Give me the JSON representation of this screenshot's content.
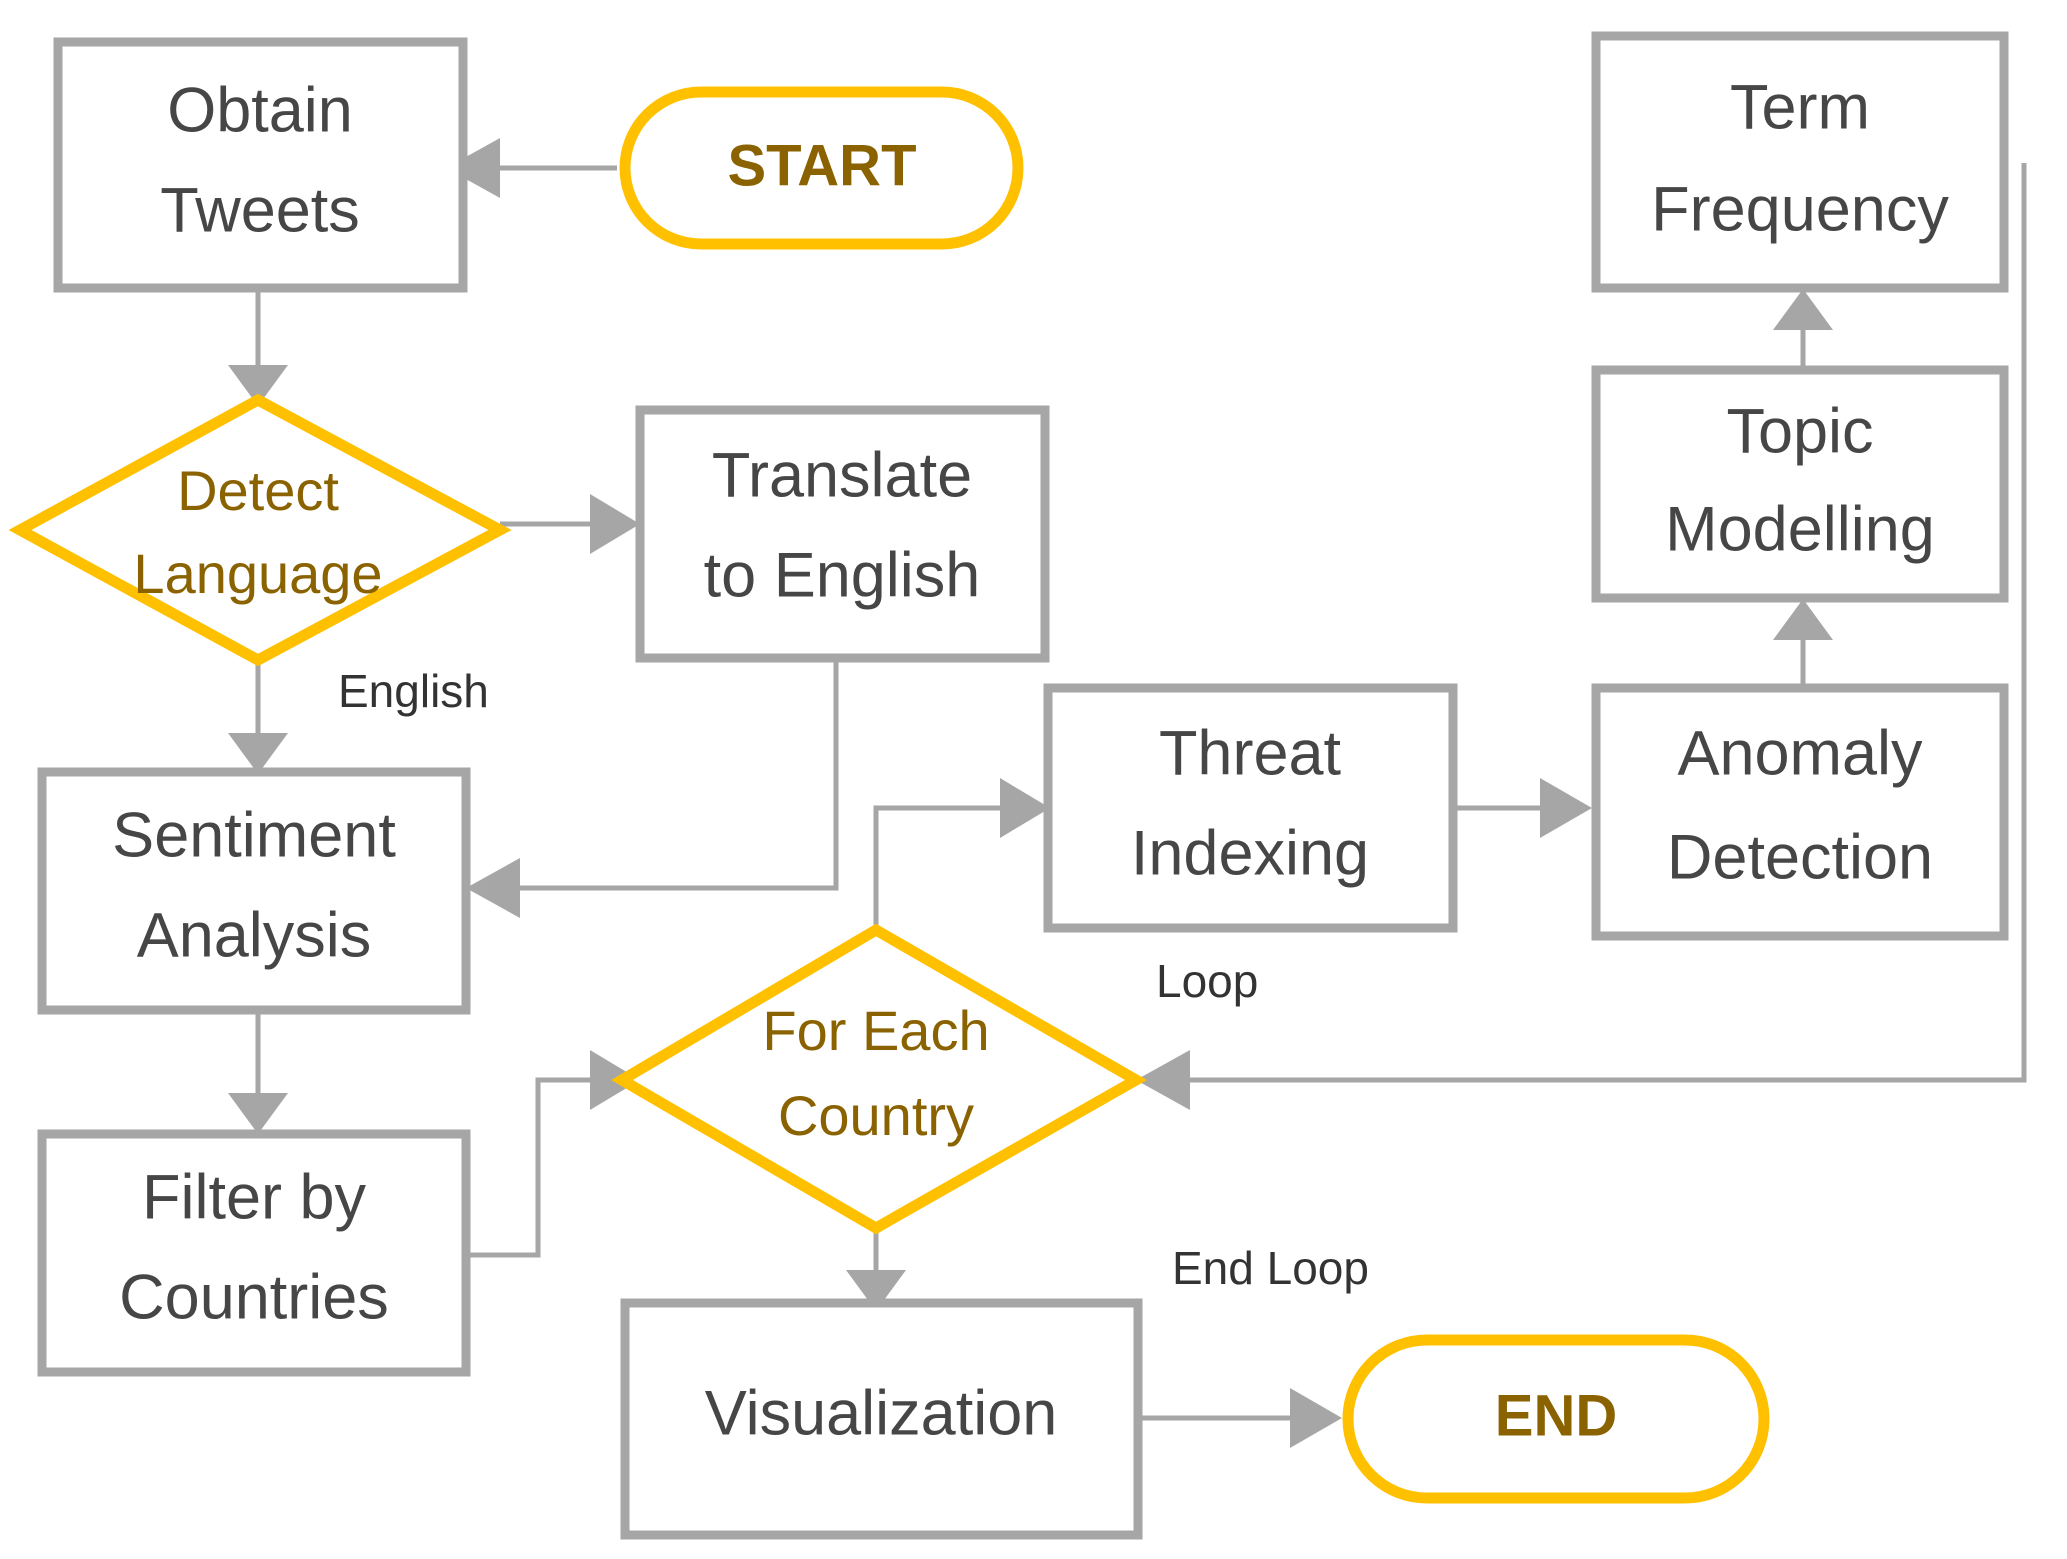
{
  "diagram": {
    "title": "Twitter Threat Analysis Pipeline Flowchart",
    "colors": {
      "accent": "#FFC000",
      "accent_text": "#8A6200",
      "box_border": "#A6A6A6",
      "box_text": "#464646",
      "connector": "#A6A6A6",
      "background": "#FFFFFF"
    },
    "nodes": {
      "start": {
        "label": "START",
        "shape": "pill"
      },
      "obtain_tweets": {
        "label_line1": "Obtain",
        "label_line2": "Tweets",
        "shape": "rectangle"
      },
      "detect_language": {
        "label_line1": "Detect",
        "label_line2": "Language",
        "shape": "diamond"
      },
      "translate": {
        "label_line1": "Translate",
        "label_line2": "to English",
        "shape": "rectangle"
      },
      "sentiment": {
        "label_line1": "Sentiment",
        "label_line2": "Analysis",
        "shape": "rectangle"
      },
      "filter_countries": {
        "label_line1": "Filter by",
        "label_line2": "Countries",
        "shape": "rectangle"
      },
      "for_each_country": {
        "label_line1": "For Each",
        "label_line2": "Country",
        "shape": "diamond"
      },
      "threat_indexing": {
        "label_line1": "Threat",
        "label_line2": "Indexing",
        "shape": "rectangle"
      },
      "anomaly_detection": {
        "label_line1": "Anomaly",
        "label_line2": "Detection",
        "shape": "rectangle"
      },
      "topic_modelling": {
        "label_line1": "Topic",
        "label_line2": "Modelling",
        "shape": "rectangle"
      },
      "term_frequency": {
        "label_line1": "Term",
        "label_line2": "Frequency",
        "shape": "rectangle"
      },
      "visualization": {
        "label": "Visualization",
        "shape": "rectangle"
      },
      "end": {
        "label": "END",
        "shape": "pill"
      }
    },
    "edge_labels": {
      "english": "English",
      "loop": "Loop",
      "end_loop": "End Loop"
    }
  }
}
